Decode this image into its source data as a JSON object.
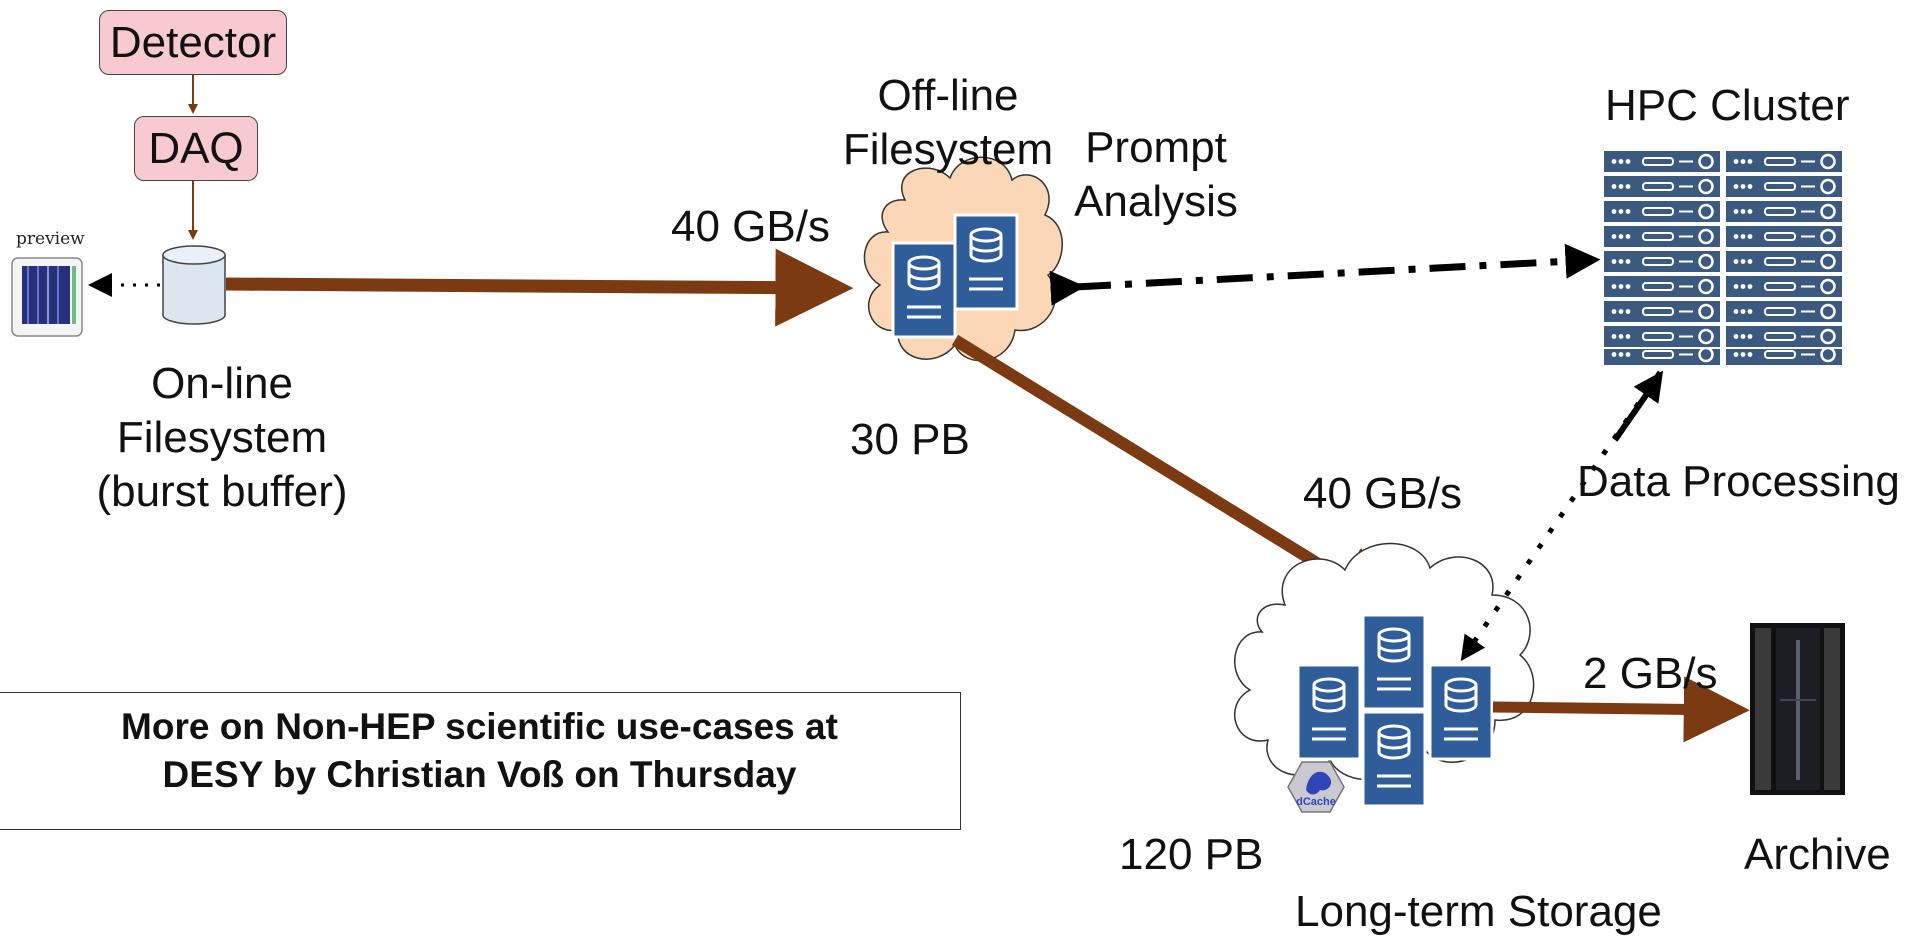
{
  "nodes": {
    "detector": "Detector",
    "daq": "DAQ",
    "preview": "preview",
    "online_fs": [
      "On-line",
      "Filesystem",
      "(burst buffer)"
    ],
    "offline_fs": [
      "Off-line",
      "Filesystem"
    ],
    "prompt_analysis": [
      "Prompt",
      "Analysis"
    ],
    "hpc_cluster": "HPC Cluster",
    "data_processing": "Data Processing",
    "long_term_storage": "Long-term Storage",
    "archive": "Archive",
    "dcache_logo": "dCache"
  },
  "edges": {
    "online_to_offline_rate": "40 GB/s",
    "offline_to_longterm_rate": "40 GB/s",
    "longterm_to_archive_rate": "2 GB/s"
  },
  "capacities": {
    "offline": "30 PB",
    "longterm": "120 PB"
  },
  "note": [
    "More on Non-HEP scientific use-cases at",
    "DESY by Christian Voß on Thursday"
  ],
  "colors": {
    "flow_arrow": "#7b3a12",
    "box_fill": "#f8c9cf",
    "server_blue": "#2f5d99",
    "offline_cloud": "#fcd7b6",
    "rack": "#3c5a80"
  }
}
